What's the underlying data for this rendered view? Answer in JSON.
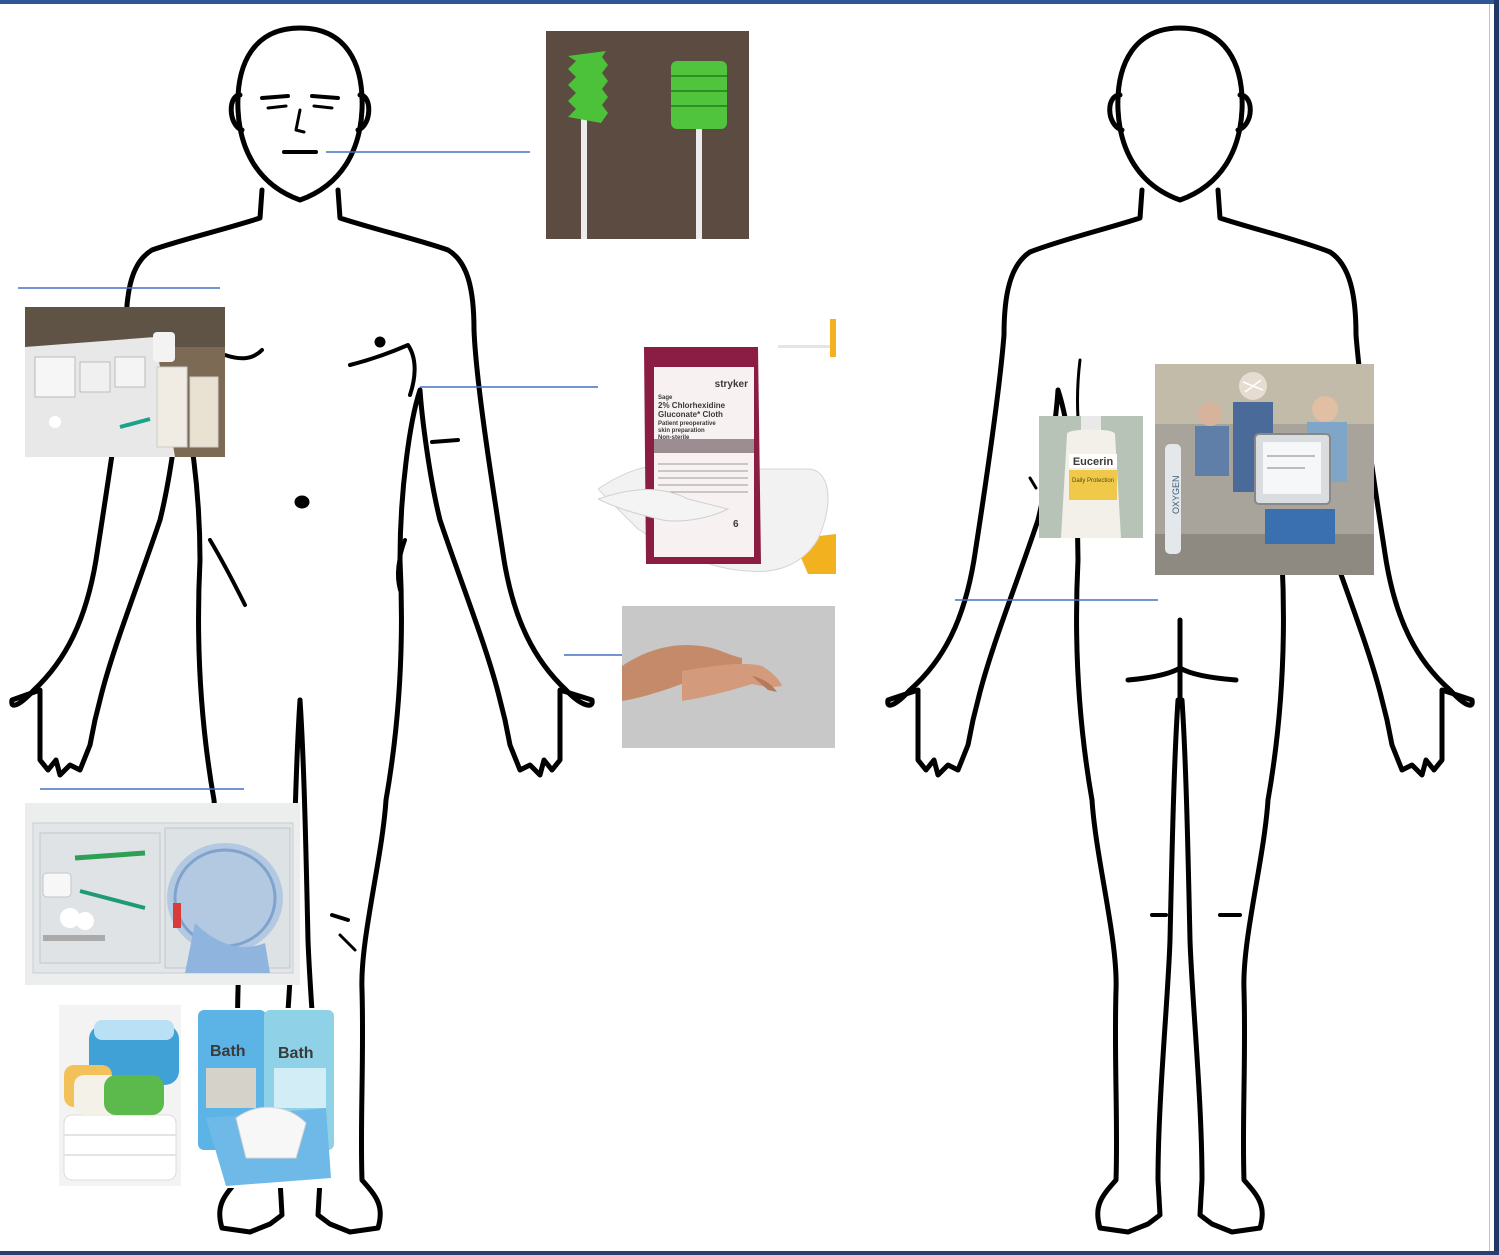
{
  "diagram": {
    "front_view": "front-body-outline",
    "back_view": "back-body-outline",
    "leader_color": "#4472c4",
    "photos": {
      "oral_swabs": {
        "icon": "green-foam-oral-swabs"
      },
      "sterile_tray": {
        "icon": "sterile-dressing-tray"
      },
      "chg_cloth": {
        "icon": "chlorhexidine-cloth-pack",
        "brand": "stryker",
        "line1": "Sage",
        "line2": "2% Chlorhexidine",
        "line3": "Gluconate* Cloth",
        "line4": "Patient preoperative",
        "line5": "skin preparation",
        "line6": "Non-sterile",
        "count": "6"
      },
      "hand_wrist": {
        "icon": "hand-touching-wrist"
      },
      "catheter_kit": {
        "icon": "urinary-catheter-kit"
      },
      "soap_towel": {
        "icon": "soap-and-towel"
      },
      "bath_wipes": {
        "icon": "bath-wipes-packs",
        "label_a": "Bath",
        "label_b": "Bath"
      },
      "lotion": {
        "icon": "eucerin-lotion-bottle",
        "brand": "Eucerin",
        "product": "Daily Protection"
      },
      "mobility": {
        "icon": "patient-mobility-with-ventilator",
        "side_label": "OXYGEN"
      }
    }
  }
}
